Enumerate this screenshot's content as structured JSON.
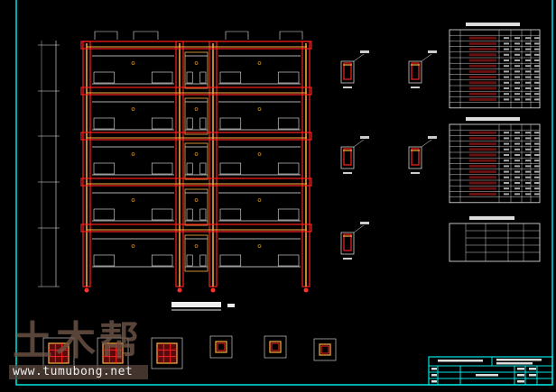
{
  "watermark": {
    "logo_text": "土木帮",
    "url": "www.tumubong.net"
  },
  "colors": {
    "background": "#000000",
    "frame": "#00e5e5",
    "beam_outline": "#ff2020",
    "column_fill": "#ffb040",
    "rebar": "#e8e8e8",
    "column_marker": "#ff3030"
  },
  "drawing": {
    "floors": 5,
    "bays": 3,
    "upper_sections": 5,
    "lower_sections": 6,
    "table1_rows": 14,
    "table2_rows": 14,
    "table3_rows": 5
  }
}
